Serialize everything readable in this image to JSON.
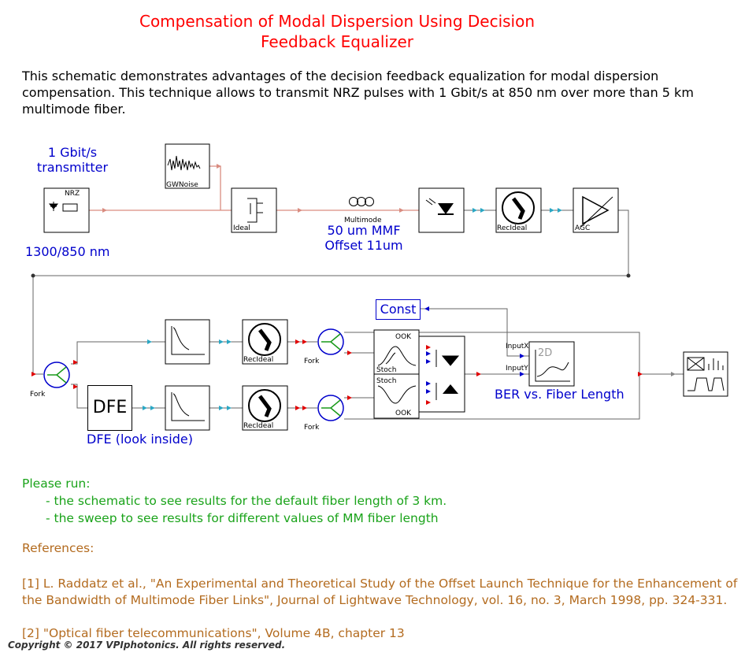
{
  "title": {
    "line1": "Compensation of Modal Dispersion Using Decision",
    "line2": "Feedback Equalizer"
  },
  "description": "This schematic demonstrates advantages of the decision feedback equalization for modal dispersion compensation. This technique allows to transmit NRZ pulses with 1 Gbit/s at 850 nm over more than 5 km multimode fiber.",
  "labels": {
    "transmitter": "1 Gbit/s\ntransmitter",
    "wavelength": "1300/850 nm",
    "fiber": "50 um MMF\nOffset 11um",
    "ber": "BER vs. Fiber Length",
    "dfe_note": "DFE (look inside)",
    "const": "Const",
    "dfe": "DFE"
  },
  "modules": {
    "nrz": "NRZ",
    "gwnoise": "GWNoise",
    "ideal": "Ideal",
    "multimode": "Multimode",
    "rec1": "RecIdeal",
    "agc": "AGC",
    "fork": "Fork",
    "rec2": "RecIdeal",
    "rec3": "RecIdeal",
    "ook": "OOK",
    "stoch": "Stoch",
    "inputx": "InputX",
    "inputy": "InputY",
    "twod": "2D"
  },
  "run": {
    "heading": "Please run:",
    "item1": "- the schematic to see results for the default fiber length of 3 km.",
    "item2": "- the sweep to see results for different values of MM fiber length"
  },
  "references": {
    "heading": "References:",
    "ref1": "[1] L. Raddatz et al., \"An Experimental and Theoretical Study of the Offset Launch Technique for the Enhancement of the Bandwidth of Multimode Fiber Links\", Journal of Lightwave Technology, vol. 16, no. 3, March 1998, pp. 324-331.",
    "ref2": "[2] \"Optical fiber telecommunications\", Volume 4B, chapter 13"
  },
  "copyright": "Copyright © 2017 VPIphotonics. All rights reserved.",
  "colors": {
    "title": "#ff0000",
    "labels": "#0000cc",
    "run": "#1aa31a",
    "refs": "#b36b1f"
  }
}
